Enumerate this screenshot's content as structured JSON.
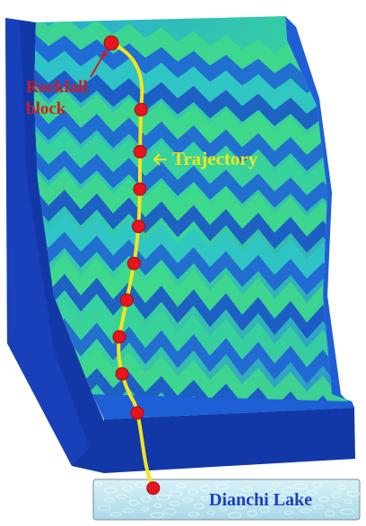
{
  "labels": {
    "rockfall_block": "Rockfall block",
    "rockfall_block_line1": "Rockfall",
    "rockfall_block_line2": "block",
    "trajectory": "Trajectory",
    "lake": "Dianchi Lake"
  },
  "colors": {
    "slope_green": "#3fd98a",
    "slope_cyan": "#2fc6c8",
    "slope_blue": "#1f5fd6",
    "slope_dark": "#1238a8",
    "block_red": "#e8141e",
    "label_red": "#d21c1c",
    "trajectory_yellow": "#f2e51c",
    "lake_text": "#1e3fbf",
    "lake_fill": "#bfe6f0"
  },
  "trajectory_markers": 11
}
